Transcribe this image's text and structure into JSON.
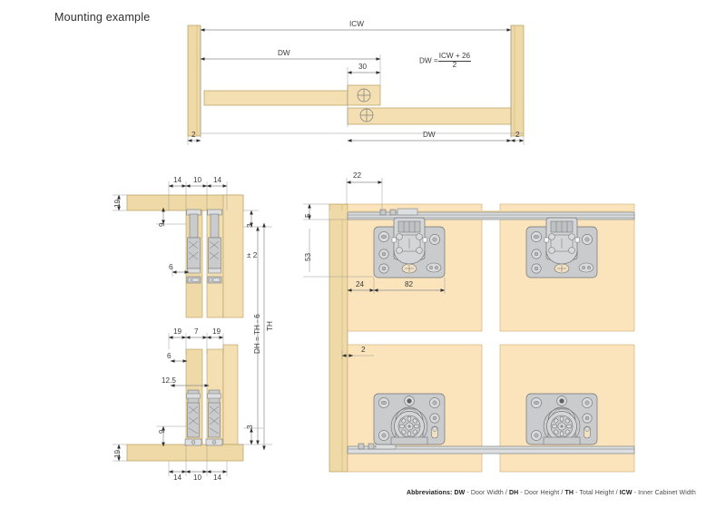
{
  "page": {
    "title": "Mounting example",
    "background": "#ffffff",
    "wood_color": "#efd9a6",
    "wood_edge": "#d8bf83",
    "panel_fill": "#fbe3bb",
    "metal_fill": "#c9cbcc",
    "metal_edge": "#6f7376",
    "line_color": "#8a8a8a",
    "dim_text_color": "#3b3b3b"
  },
  "top_view": {
    "name": "top-plan-view",
    "dimensions": {
      "icw": "ICW",
      "dw_top": "DW",
      "thirty": "30",
      "dw_bottom": "DW",
      "gap_left": "2",
      "gap_right": "2"
    },
    "formula": {
      "lhs": "DW =",
      "numerator": "ICW + 26",
      "denominator": "2"
    }
  },
  "section_top_left": {
    "name": "upper-section-detail",
    "dimensions": {
      "d14_left": "14",
      "d10_mid": "10",
      "d14_right": "14",
      "d19": "19",
      "d9": "9",
      "d6": "6",
      "tolerance": "± 2",
      "d3": "3"
    }
  },
  "section_bottom_left": {
    "name": "lower-section-detail",
    "dimensions": {
      "d19_left": "19",
      "d7_mid": "7",
      "d19_right": "19",
      "d6": "6",
      "d12_5": "12.5",
      "d9": "9",
      "d19_bottom_left": "19",
      "d14_left": "14",
      "d10_mid": "10",
      "d14_right": "14",
      "d3": "3",
      "dh_label": "DH = TH - 6",
      "th_label": "TH"
    }
  },
  "hardware_grid": {
    "name": "hardware-mounting-grid",
    "dimensions": {
      "d22": "22",
      "d5": "5",
      "d53": "53",
      "d24": "24",
      "d82": "82",
      "d2": "2"
    },
    "quadrants": [
      {
        "id": "top-left",
        "fitting": "upper-guide-fitting"
      },
      {
        "id": "top-right",
        "fitting": "upper-guide-fitting"
      },
      {
        "id": "bottom-left",
        "fitting": "lower-roller-fitting"
      },
      {
        "id": "bottom-right",
        "fitting": "lower-roller-fitting"
      }
    ]
  },
  "footer": {
    "label": "Abbreviations:",
    "items": [
      {
        "abbr": "DW",
        "meaning": "Door Width"
      },
      {
        "abbr": "DH",
        "meaning": "Door Height"
      },
      {
        "abbr": "TH",
        "meaning": "Total Height"
      },
      {
        "abbr": "ICW",
        "meaning": "Inner Cabinet Width"
      }
    ]
  }
}
